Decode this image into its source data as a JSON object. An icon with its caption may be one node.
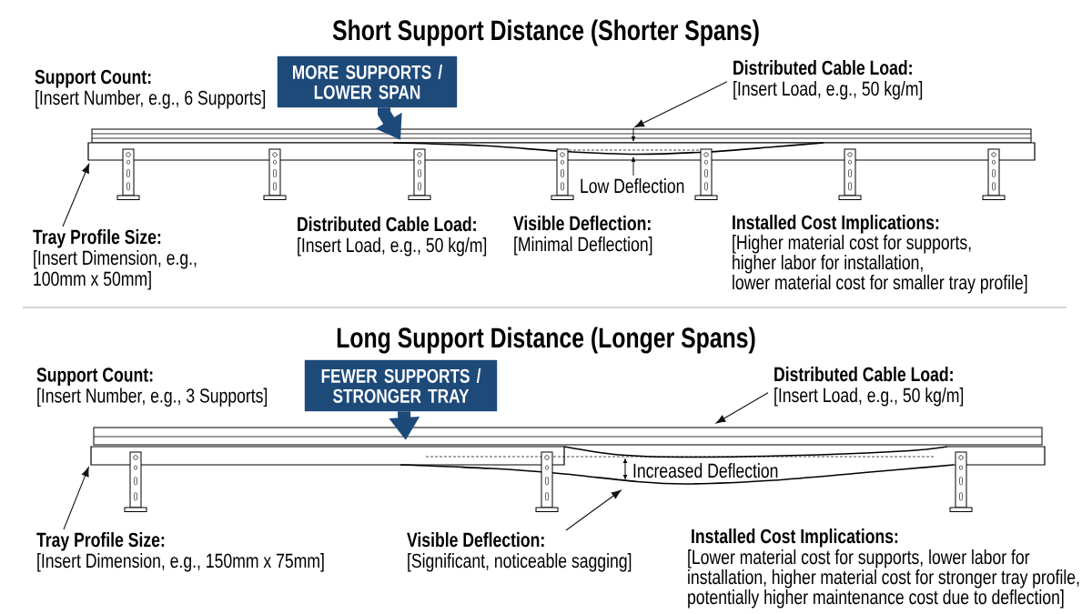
{
  "diagram": {
    "nodes": [
      {
        "text": [
          "MORE SUPPORTS / LOWER SPAN"
        ]
      },
      {
        "text": [
          "Distributed Cable Load:",
          "[Insert Load, e.g., 50 kg/m]"
        ]
      },
      {
        "text": [],
        "shape": "picture"
      },
      {
        "text": [
          "Tray Profile Size:",
          "[Insert Dimension, e.g., 100mm x 50mm]"
        ]
      },
      {
        "text": [
          "FEWER SUPPORTS / STRONGER TRAY"
        ]
      },
      {
        "text": [
          "Distributed Cable Load:",
          "[Insert Load, e.g., 50 kg/m]"
        ]
      },
      {
        "text": [],
        "shape": "picture"
      },
      {
        "text": [
          "Tray Profile Size:",
          "[Insert Dimension, e.g., 150mm x 75mm]"
        ]
      },
      {
        "text": [
          "Visible Deflection:",
          "[Significant, noticeable sagging]"
        ]
      }
    ],
    "edges": [
      {
        "from": 0,
        "to": 2,
        "arrow": "to",
        "style": "thick",
        "color": "#1e4a7a"
      },
      {
        "from": 1,
        "to": 2,
        "arrow": "to"
      },
      {
        "from": 3,
        "to": 2,
        "arrow": "to"
      },
      {
        "from": 4,
        "to": 6,
        "arrow": "to",
        "style": "thick",
        "color": "#1e4a7a"
      },
      {
        "from": 5,
        "to": 6,
        "arrow": "to"
      },
      {
        "from": 7,
        "to": 6,
        "arrow": "to"
      },
      {
        "from": 8,
        "to": 6,
        "arrow": "to"
      }
    ],
    "labels": [
      "Short Support Distance (Shorter Spans)",
      "Support Count:",
      "[Insert Number, e.g., 6 Supports]",
      "Low Deflection",
      "Distributed Cable Load:",
      "[Insert Load, e.g., 50 kg/m]",
      "Visible Deflection:",
      "[Minimal Deflection]",
      "Installed Cost Implications:",
      "[Higher material cost for supports, higher labor for installation, lower material cost for smaller tray profile]",
      "Long Support Distance (Longer Spans)",
      "Support Count:",
      "[Insert Number, e.g., 3 Supports]",
      "Increased Deflection",
      "Installed Cost Implications:",
      "[Lower material cost for supports, lower labor for installation, higher material cost for stronger tray profile, potentially higher maintenance cost due to deflection]"
    ]
  }
}
